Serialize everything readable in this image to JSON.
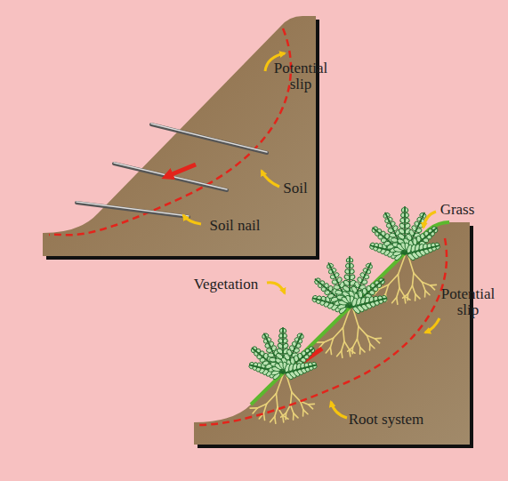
{
  "diagram": {
    "labels": [
      "Potential slip",
      "Soil",
      "Soil nail",
      "Grass",
      "Vegetation",
      "Potential slip",
      "Root system"
    ]
  }
}
